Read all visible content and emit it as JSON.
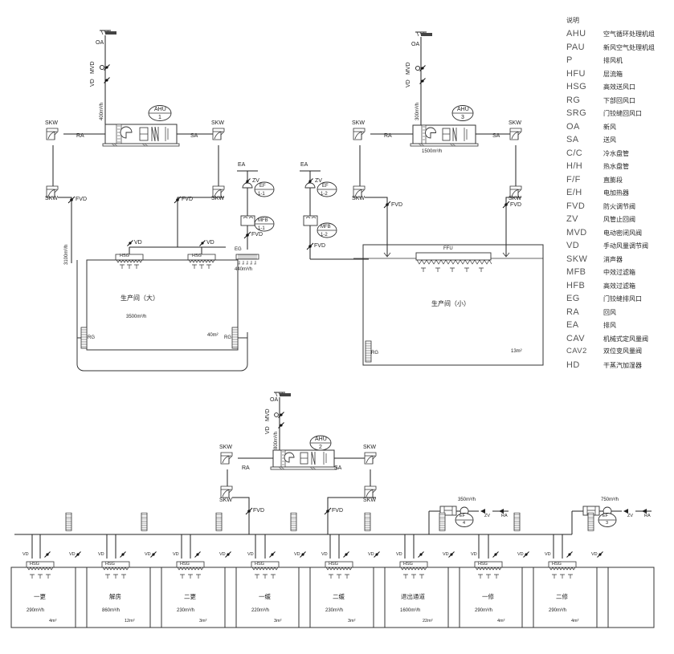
{
  "legend": {
    "header": "说明",
    "items": [
      {
        "code": "AHU",
        "desc": "空气循环处理机组"
      },
      {
        "code": "PAU",
        "desc": "新风空气处理机组"
      },
      {
        "code": "P",
        "desc": "排风机"
      },
      {
        "code": "HFU",
        "desc": "层流箱"
      },
      {
        "code": "HSG",
        "desc": "高效送风口"
      },
      {
        "code": "RG",
        "desc": "下部回风口"
      },
      {
        "code": "SRG",
        "desc": "门铰缝回风口"
      },
      {
        "code": "OA",
        "desc": "新风"
      },
      {
        "code": "SA",
        "desc": "送风"
      },
      {
        "code": "C/C",
        "desc": "冷水盘管"
      },
      {
        "code": "H/H",
        "desc": "热水盘管"
      },
      {
        "code": "F/F",
        "desc": "直膨段"
      },
      {
        "code": "E/H",
        "desc": "电加热器"
      },
      {
        "code": "FVD",
        "desc": "防火调节阀"
      },
      {
        "code": "ZV",
        "desc": "风管止回阀"
      },
      {
        "code": "MVD",
        "desc": "电动密闭风阀"
      },
      {
        "code": "VD",
        "desc": "手动风量调节阀"
      },
      {
        "code": "SKW",
        "desc": "消声器"
      },
      {
        "code": "MFB",
        "desc": "中效过滤箱"
      },
      {
        "code": "HFB",
        "desc": "高效过滤箱"
      },
      {
        "code": "EG",
        "desc": "门铰缝排风口"
      },
      {
        "code": "RA",
        "desc": "回风"
      },
      {
        "code": "EA",
        "desc": "排风"
      },
      {
        "code": "CAV",
        "desc": "机械式定风量阀"
      },
      {
        "code": "CAV2",
        "desc": "双位变风量阀"
      },
      {
        "code": "HD",
        "desc": "干蒸汽加湿器"
      }
    ]
  },
  "system_left": {
    "unit_tag_line1": "AHU",
    "unit_tag_line2": "1",
    "oa_label": "OA",
    "oa_flow": "400m³/h",
    "damper_vd": "VD",
    "damper_mvd": "MVD",
    "ra": "RA",
    "sa": "SA",
    "silencers": [
      "SKW",
      "SKW",
      "SKW",
      "SKW"
    ],
    "fvd": [
      "FVD",
      "FVD",
      "FVD",
      "FVD"
    ],
    "vd_branch": [
      "VD",
      "VD"
    ],
    "hsg": [
      "HSG",
      "HSG"
    ],
    "room_name": "生产间（大）",
    "room_flow": "3500m³/h",
    "room_area": "40m²",
    "return_grilles": [
      "RG",
      "RG"
    ],
    "duct_flow": "3100m³/h",
    "eg_label": "EG",
    "eg_flow": "440m³/h",
    "exhaust": [
      {
        "ea": "EA",
        "zv": "ZV",
        "fan1": "EF",
        "fan2": "1-1",
        "box1": "MFB",
        "box2": "1-1"
      },
      {
        "ea": "EA",
        "zv": "ZV",
        "fan1": "EF",
        "fan2": "1-2",
        "box1": "MFB",
        "box2": "1-2"
      }
    ]
  },
  "system_right": {
    "unit_tag_line1": "AHU",
    "unit_tag_line2": "3",
    "oa_label": "OA",
    "oa_flow": "300m³/h",
    "damper_vd": "VD",
    "damper_mvd": "MVD",
    "ra": "RA",
    "sa": "SA",
    "unit_flow": "1500m³/h",
    "silencers": [
      "SKW",
      "SKW",
      "SKW",
      "SKW"
    ],
    "fvd": [
      "FVD",
      "FVD"
    ],
    "ffu": "FFU",
    "room_name": "生产间（小）",
    "room_area": "13m²",
    "return_grille": "RG"
  },
  "system_bottom": {
    "unit_tag_line1": "AHU",
    "unit_tag_line2": "2",
    "oa_label": "OA",
    "oa_flow": "800m³/h",
    "damper_vd": "VD",
    "damper_mvd": "MVD",
    "ra": "RA",
    "sa": "SA",
    "silencers": [
      "SKW",
      "SKW",
      "SKW",
      "SKW"
    ],
    "fvd": [
      "FVD",
      "FVD"
    ],
    "exhaust_fans": [
      {
        "flow": "350m³/h",
        "zv": "ZV",
        "ra": "RA",
        "tag1": "EF",
        "tag2": "4"
      },
      {
        "flow": "750m³/h",
        "zv": "ZV",
        "ra": "RA",
        "tag1": "EF",
        "tag2": "3"
      }
    ],
    "rooms": [
      {
        "name": "一更",
        "flow": "290m³/h",
        "area": "4m²",
        "vd": "VD",
        "sup": "HSG"
      },
      {
        "name": "解房",
        "flow": "860m³/h",
        "area": "12m²",
        "vd": "VD",
        "sup": "HSG"
      },
      {
        "name": "二更",
        "flow": "230m³/h",
        "area": "3m²",
        "vd": "VD",
        "sup": "HSG"
      },
      {
        "name": "一缓",
        "flow": "220m³/h",
        "area": "3m²",
        "vd": "VD",
        "sup": "HSG"
      },
      {
        "name": "二缓",
        "flow": "230m³/h",
        "area": "3m²",
        "vd": "VD",
        "sup": "HSG"
      },
      {
        "name": "退出通道",
        "flow": "1600m³/h",
        "area": "22m²",
        "vd": "VD",
        "sup": "HSG"
      },
      {
        "name": "一修",
        "flow": "290m³/h",
        "area": "4m²",
        "vd": "VD",
        "sup": "HSG"
      },
      {
        "name": "二修",
        "flow": "290m³/h",
        "area": "4m²",
        "vd": "VD",
        "sup": "HSG"
      }
    ]
  }
}
